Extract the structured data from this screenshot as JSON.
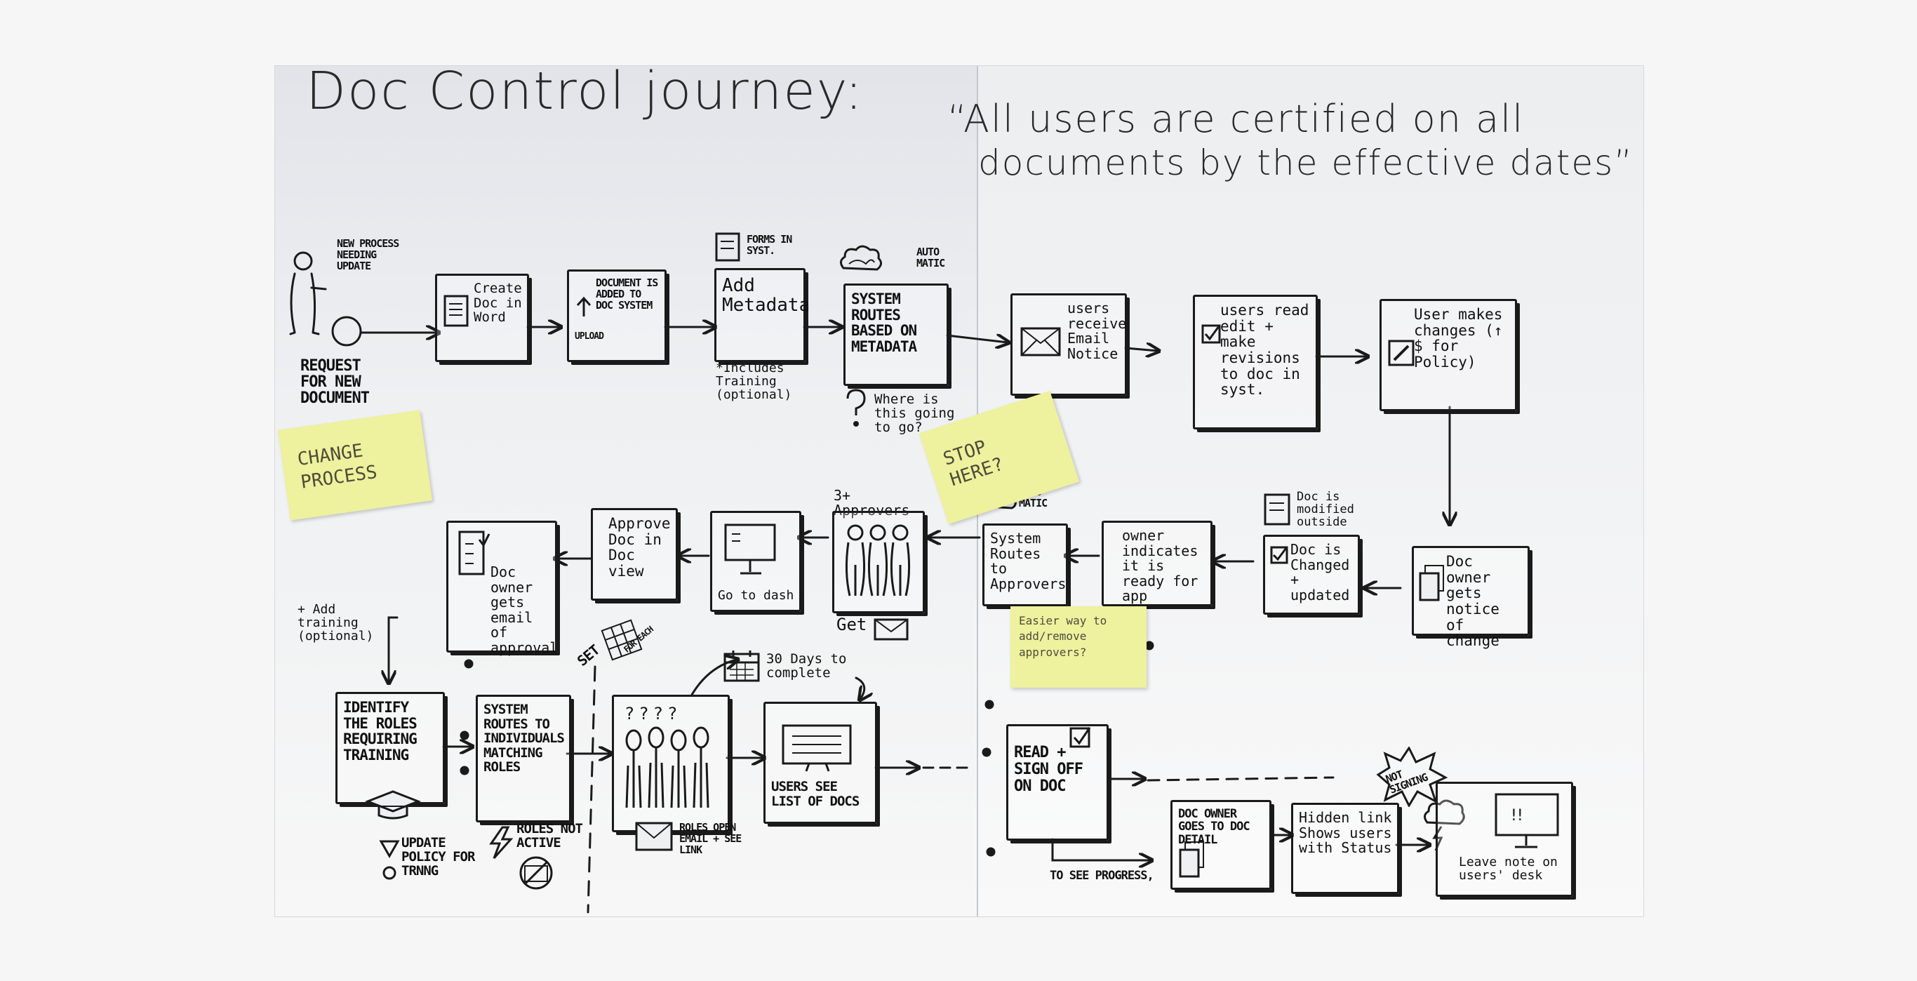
{
  "title": {
    "heading": "Doc Control journey:",
    "quote_line1": "“All users are certified on all",
    "quote_line2": "documents by the effective dates”"
  },
  "start": {
    "question_label": "NEW PROCESS NEEDING UPDATE",
    "request_label": "REQUEST FOR NEW DOCUMENT"
  },
  "row1": {
    "create_doc": "Create Doc in Word",
    "doc_added": "DOCUMENT IS ADDED TO DOC SYSTEM",
    "upload_label": "UPLOAD",
    "forms_label": "FORMS in syst.",
    "add_metadata": "Add Metadata",
    "includes_training": "*Includes Training (optional)",
    "auto_label": "AUTO MATIC",
    "system_routes": "SYSTEM ROUTES BASED ON METADATA",
    "where_going": "Where is this going to go?",
    "users_receive": "users receive Email Notice",
    "users_read": "users read edit + make revisions to doc in syst.",
    "user_makes_changes": "User makes changes (↑ $ for Policy)"
  },
  "row2": {
    "doc_owner_notice": "Doc owner gets notice of change",
    "doc_modified": "Doc is modified outside",
    "doc_changed": "Doc is Changed + updated",
    "owner_ready": "owner indicates it is ready for app",
    "auto_label": "AUTO MATIC",
    "routes_approvers": "System Routes to Approvers",
    "approvers_count": "3+ Approvers",
    "get_label": "Get",
    "go_dash": "Go to dash",
    "approve_doc": "Approve Doc in Doc view",
    "owner_email": "Doc owner gets email of approval",
    "add_training": "+ Add training (optional)"
  },
  "row3": {
    "identify_roles": "IDENTIFY THE ROLES REQUIRING TRAINING",
    "update_policy": "UPDATE POLICY FOR TRNNG",
    "system_routes_individuals": "SYSTEM ROUTES to INDIVIDUALS MATCHING ROLES",
    "roles_not_active": "ROLES NOT ACTIVE",
    "set_label": "SET",
    "for_each": "FOR EACH",
    "thirty_days": "30 Days to complete",
    "roles_open": "ROLES OPEN EMAIL + SEE LINK",
    "users_see_list": "USERS SEE LIST OF DOCS",
    "read_sign": "READ + SIGN OFF ON DOC",
    "see_progress": "TO SEE PROGRESS,",
    "doc_owner_goes": "DOC OWNER Goes to Doc Detail",
    "hidden_link": "Hidden link Shows users with Status",
    "not_signing": "NOT SIGNING",
    "leave_note": "Leave note on users' desk"
  },
  "stickies": {
    "change_process": "CHANGE PROCESS",
    "stop_here": "STOP HERE?",
    "easier_way": "Easier way to add/remove approvers?"
  },
  "colors": {
    "sticky": "#eef19d",
    "ink": "#1a1a1a",
    "paper": "#eef0f2"
  }
}
